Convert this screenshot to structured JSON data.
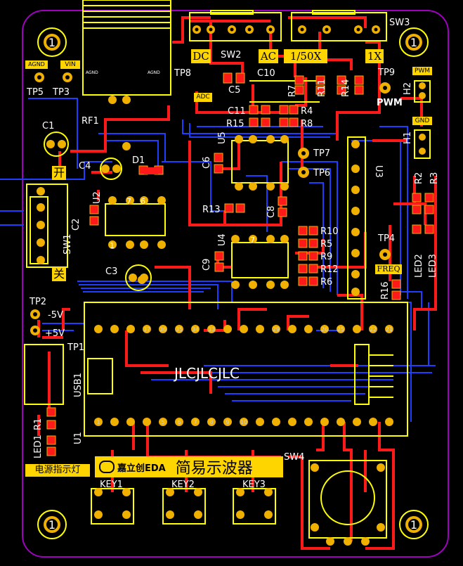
{
  "colors": {
    "background": "#000000",
    "board_outline": "#a000c0",
    "silkscreen": "#ffff00",
    "top_copper": "#ff1a1a",
    "bottom_copper": "#1f3fff",
    "pad_gold": "#f0b000",
    "drill": "#cfcfcf",
    "label_bg": "#ffd500",
    "label_text": "#000000"
  },
  "labels": {
    "agnd": "AGND",
    "vin": "VIN",
    "tp5": "TP5",
    "tp3": "TP3",
    "rf1": "RF1",
    "c1": "C1",
    "open": "开",
    "close": "关",
    "sw1": "SW1",
    "c4": "C4",
    "d1": "D1",
    "u2": "U2",
    "c2": "C2",
    "c3": "C3",
    "tp2": "TP2",
    "neg5v": "-5V",
    "pos5v": "+5V",
    "tp1": "TP1",
    "usb1": "USB1",
    "r1": "R1",
    "led1": "LED1",
    "power_led": "电源指示灯",
    "dc": "DC",
    "sw2": "SW2",
    "ac": "AC",
    "tp8": "TP8",
    "adc": "ADC",
    "c10": "C10",
    "c5": "C5",
    "r7": "R7",
    "r11": "R11",
    "r14": "R14",
    "ratio": "1/50X",
    "onex": "1X",
    "sw3": "SW3",
    "tp9": "TP9",
    "pwm_silk": "PWM",
    "pwm_box": "PWM",
    "h2": "H2",
    "gnd_box": "GND",
    "h1": "H1",
    "c11": "C11",
    "r15": "R15",
    "r4": "R4",
    "r8": "R8",
    "u5": "U5",
    "c6": "C6",
    "tp7": "TP7",
    "tp6": "TP6",
    "u3": "U3",
    "r2": "R2",
    "r3": "R3",
    "r13": "R13",
    "c8": "C8",
    "r10": "R10",
    "r5": "R5",
    "r9": "R9",
    "r12": "R12",
    "r6": "R6",
    "c9": "C9",
    "u4": "U4",
    "tp4": "TP4",
    "freq": "FREQ",
    "r16": "R16",
    "led2": "LED2",
    "led3": "LED3",
    "u1": "U1",
    "jlc": "JLCJLCJLC",
    "sw4": "SW4",
    "brand": "嘉立创EDA",
    "title": "简易示波器",
    "key1": "KEY1",
    "key2": "KEY2",
    "key3": "KEY3",
    "pin_1": "1",
    "pin_7": "7",
    "pin_6": "6",
    "agnd_small": "AGND",
    "mount": "1",
    "hole_num": "1"
  },
  "header_top_numbers": [
    "37",
    "36",
    "35",
    "34",
    "33",
    "29",
    "26",
    "25",
    "22",
    "21"
  ],
  "header_bottom_numbers": [
    "1",
    "5",
    "6",
    "7",
    "8",
    "9",
    "10"
  ],
  "u4_pin": "7"
}
